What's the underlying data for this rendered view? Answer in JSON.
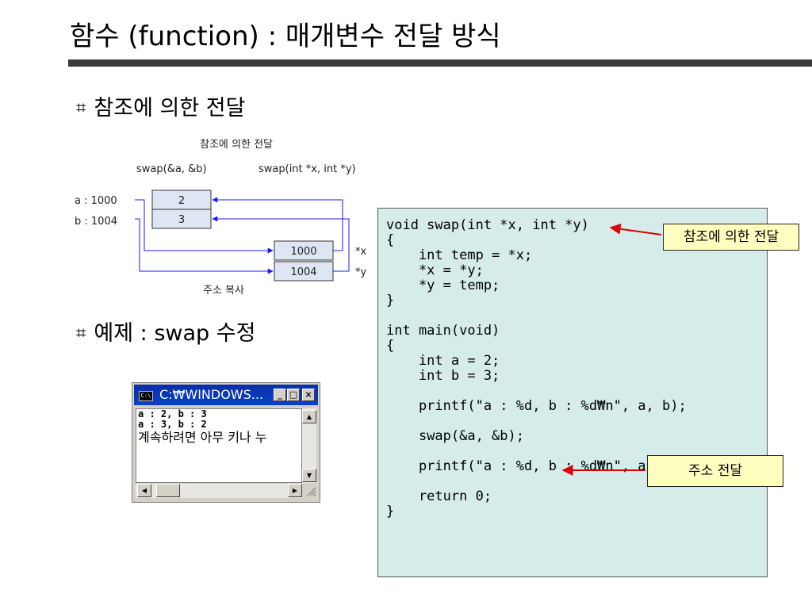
{
  "slide": {
    "title": "함수 (function) : 매개변수 전달 방식",
    "bullet1": "참조에 의한 전달",
    "bullet2": "예제 : swap 수정",
    "bullet_glyph": "⌗"
  },
  "diagram": {
    "title": "참조에 의한 전달",
    "call_label": "swap(&a, &b)",
    "param_label": "swap(int *x, int *y)",
    "var_a_label": "a : 1000",
    "var_b_label": "b : 1004",
    "cell_a_value": "2",
    "cell_b_value": "3",
    "ptr_x_value": "1000",
    "ptr_y_value": "1004",
    "ptr_x_label": "*x",
    "ptr_y_label": "*y",
    "copy_caption": "주소 복사"
  },
  "console": {
    "title": "C:₩WINDOWS...",
    "line1": "a : 2, b : 3",
    "line2": "a : 3, b : 2",
    "line3": "계속하려면 아무 키나 누"
  },
  "code": {
    "text": "void swap(int *x, int *y)\n{\n    int temp = *x;\n    *x = *y;\n    *y = temp;\n}\n\nint main(void)\n{\n    int a = 2;\n    int b = 3;\n\n    printf(\"a : %d, b : %d₩n\", a, b);\n\n    swap(&a, &b);\n\n    printf(\"a : %d, b : %d₩n\", a, b);\n\n    return 0;\n}"
  },
  "callouts": {
    "ref_label": "참조에 의한 전달",
    "addr_label": "주소 전달"
  },
  "colors": {
    "arrow_blue": "#1a1aff",
    "arrow_red": "#e00000",
    "code_bg": "#d6eceb",
    "callout_bg": "#ffffc0",
    "cell_fill": "#dde6f2"
  }
}
